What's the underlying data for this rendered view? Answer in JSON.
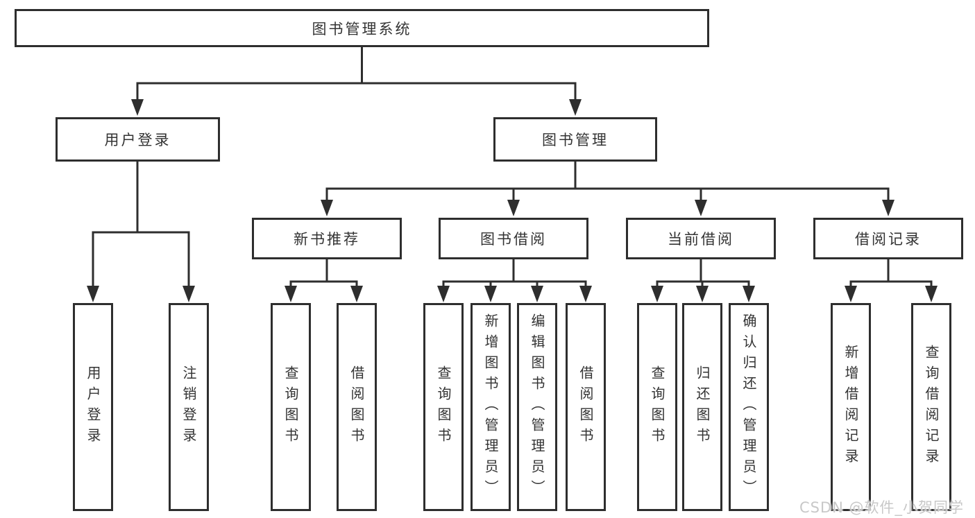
{
  "colors": {
    "line": "#2e2e2e",
    "border": "#2e2e2e",
    "text": "#333333",
    "watermark": "#c8c8c8",
    "bg": "#ffffff"
  },
  "watermark": {
    "text": "CSDN @软件_小贺同学"
  },
  "tree": {
    "label": "图书管理系统",
    "children": [
      {
        "label": "用户登录",
        "children": [
          {
            "label": "用户登录"
          },
          {
            "label": "注销登录"
          }
        ]
      },
      {
        "label": "图书管理",
        "children": [
          {
            "label": "新书推荐",
            "children": [
              {
                "label": "查询图书"
              },
              {
                "label": "借阅图书"
              }
            ]
          },
          {
            "label": "图书借阅",
            "children": [
              {
                "label": "查询图书"
              },
              {
                "label": "新增图书（管理员）"
              },
              {
                "label": "编辑图书（管理员）"
              },
              {
                "label": "借阅图书"
              }
            ]
          },
          {
            "label": "当前借阅",
            "children": [
              {
                "label": "查询图书"
              },
              {
                "label": "归还图书"
              },
              {
                "label": "确认归还（管理员）"
              }
            ]
          },
          {
            "label": "借阅记录",
            "children": [
              {
                "label": "新增借阅记录"
              },
              {
                "label": "查询借阅记录"
              }
            ]
          }
        ]
      }
    ]
  }
}
